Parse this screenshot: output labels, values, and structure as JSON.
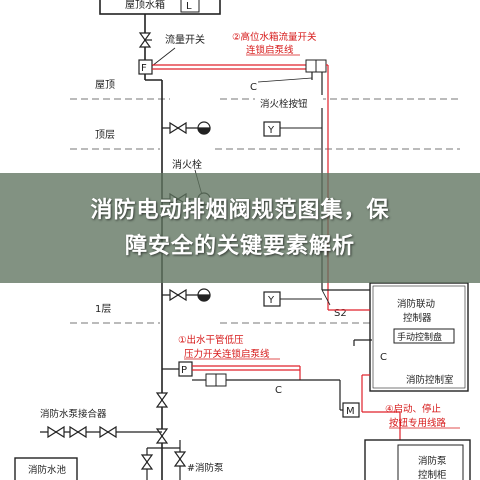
{
  "banner": {
    "title_line1": "消防电动排烟阀规范图集，保",
    "title_line2": "障安全的关键要素解析",
    "overlay_color": "#5f735f"
  },
  "colors": {
    "pipe": "#222222",
    "red_line": "#e0202a",
    "red_text": "#d61818",
    "dashed": "#666666"
  },
  "floors": {
    "roof": "屋顶",
    "top": "顶层",
    "first": "1层"
  },
  "tank": {
    "label": "屋顶水箱",
    "box_mark": "L"
  },
  "flow_switch": {
    "label": "流量开关",
    "box_mark": "F"
  },
  "hydrant": {
    "label": "消火栓"
  },
  "button": {
    "label": "消火栓按钮"
  },
  "note1": {
    "line1": "②高位水箱流量开关",
    "line2": "连锁启泵线"
  },
  "note2": {
    "line1": "①出水干管低压",
    "line2": "压力开关连锁启泵线"
  },
  "note3": {
    "line1": "④启动、停止",
    "line2": "按钮专用线路"
  },
  "pressure_switch": {
    "box_mark": "P"
  },
  "junction": {
    "c1": "C",
    "c2": "C",
    "s2": "S2",
    "m": "M",
    "c3": "C"
  },
  "control_cabinet": {
    "title_line1": "消防联动",
    "title_line2": "控制器",
    "panel": "手动控制盘",
    "room": "消防控制室"
  },
  "adapter": {
    "label": "消防水泵接合器"
  },
  "pool": {
    "label": "消防水池"
  },
  "pump": {
    "label": "#消防泵"
  },
  "pump_cabinet": {
    "line1": "消防泵",
    "line2": "控制柜"
  }
}
